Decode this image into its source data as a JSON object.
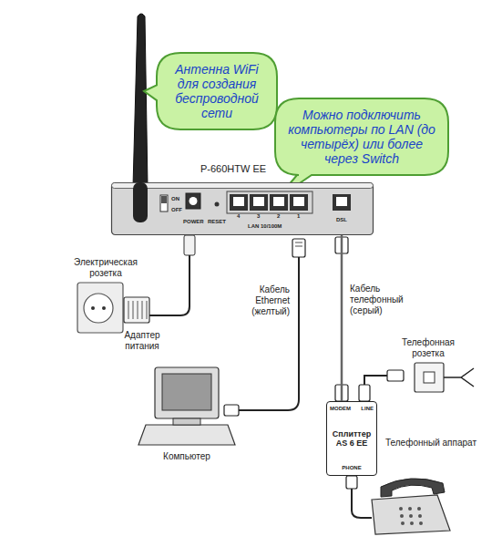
{
  "diagram": {
    "nodes": [
      {
        "text": [
          "Антенна WiFi для создания беспроводной сети"
        ]
      },
      {
        "text": [
          "Можно подключить компьютеры по LAN (до четырёх) или более через Switch"
        ]
      },
      {
        "text": [
          "P-660HTW EE",
          "ON",
          "OFF",
          "POWER",
          "RESET",
          "4",
          "3",
          "2",
          "1",
          "LAN 10/100M",
          "DSL"
        ]
      },
      {
        "text": [
          "MODEM",
          "LINE",
          "Сплиттер AS 6 EE",
          "PHONE"
        ]
      }
    ],
    "edges": [
      {
        "from": 2,
        "to": 3,
        "arrow": "none",
        "label": "Кабель телефонный (серый)"
      }
    ],
    "labels": [
      "Электрическая розетка",
      "Адаптер питания",
      "Кабель Ethernet (желтый)",
      "Телефонная розетка",
      "Компьютер",
      "Телефонный аппарат"
    ]
  }
}
